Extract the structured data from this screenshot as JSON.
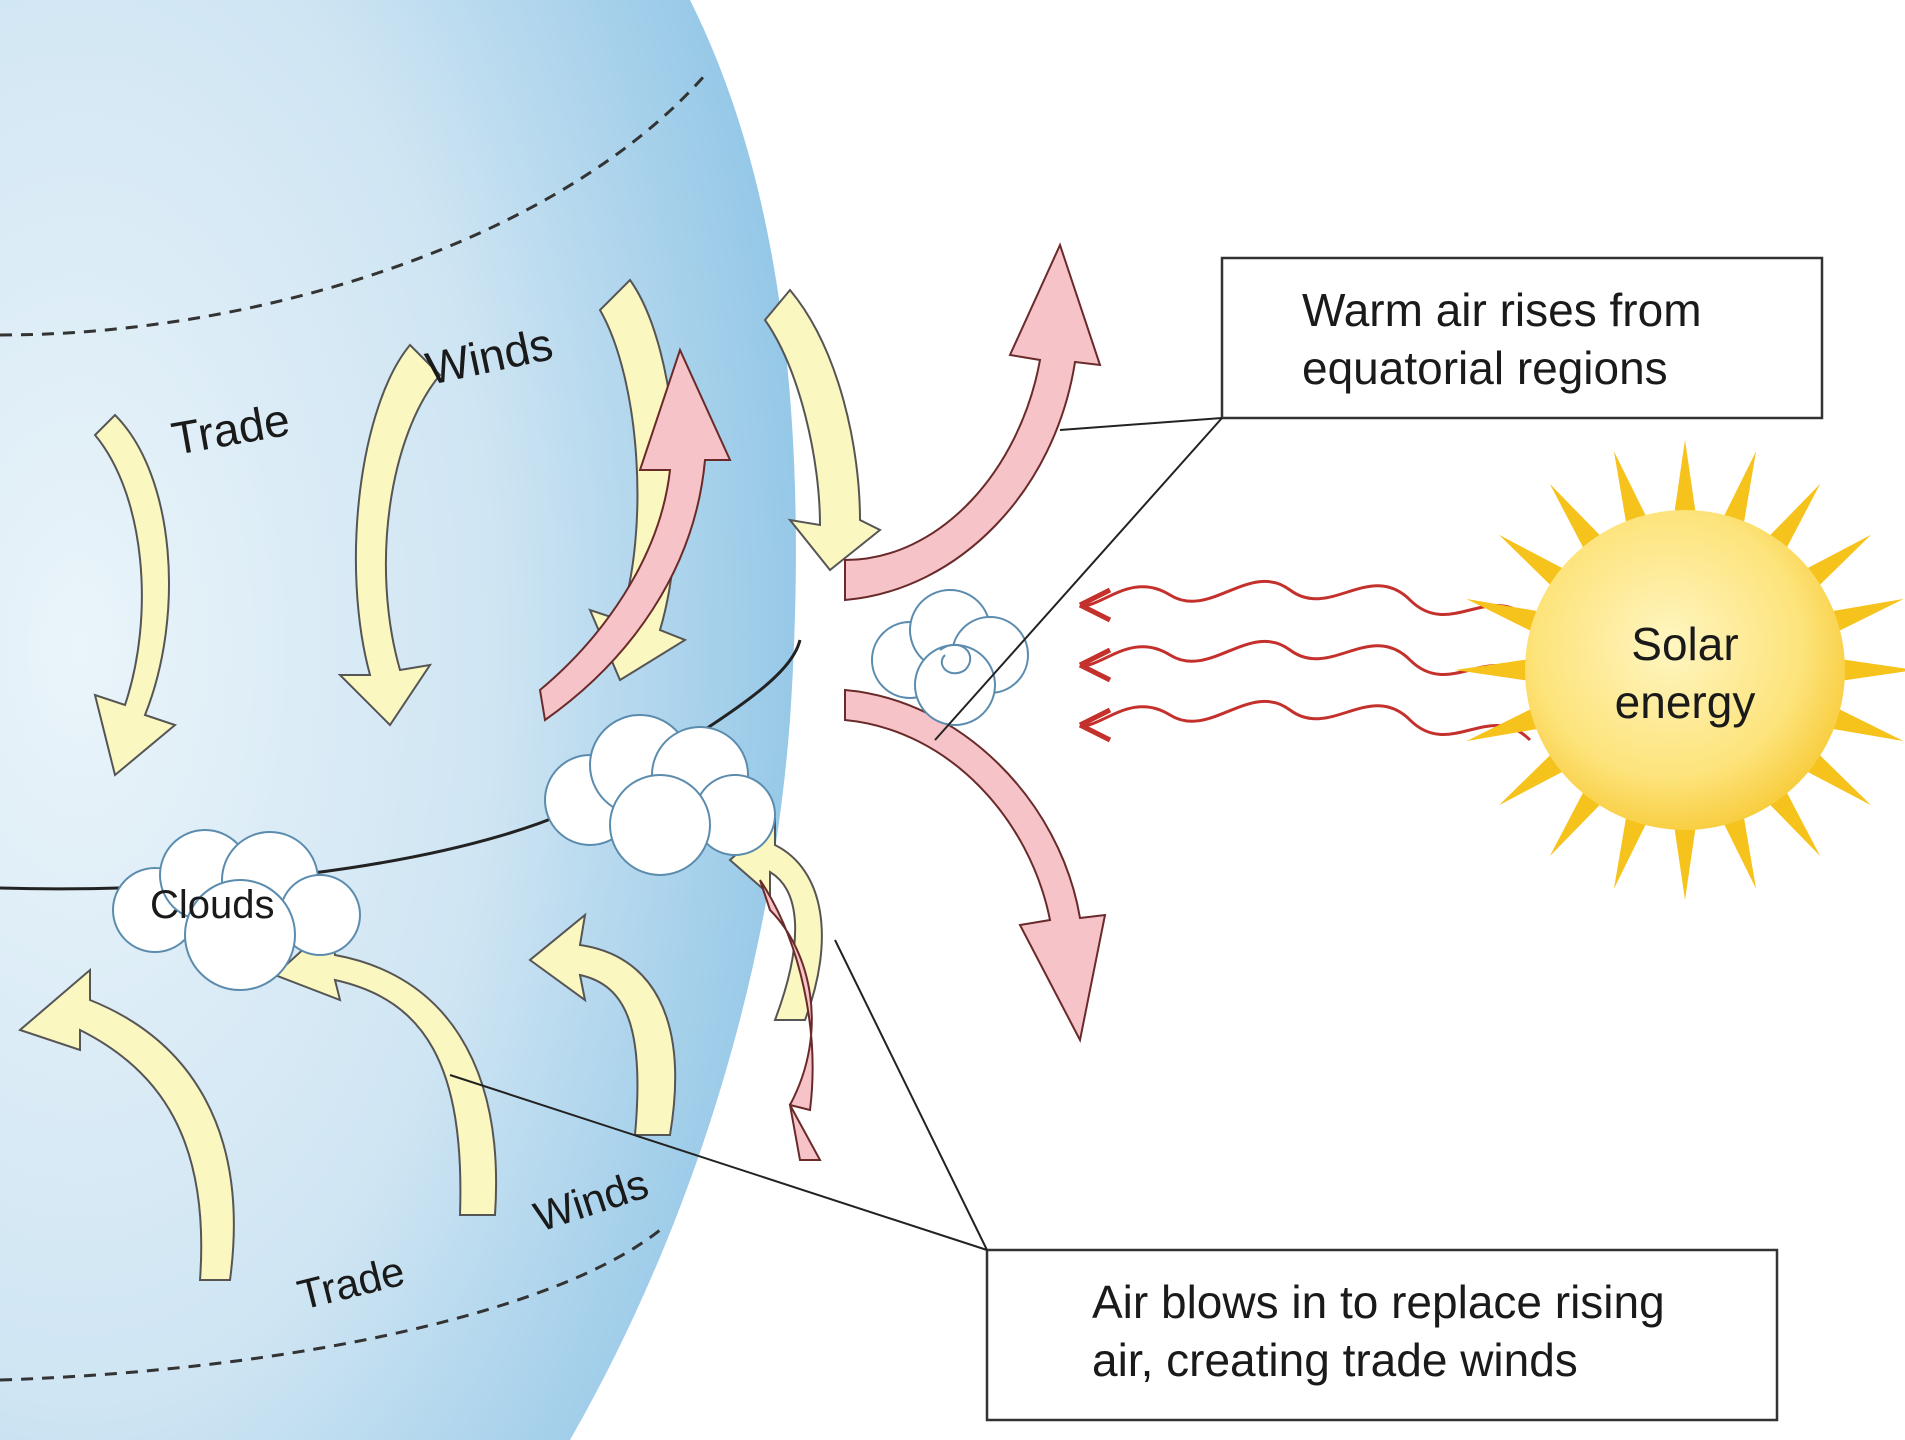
{
  "labels": {
    "trade_upper": "Trade",
    "winds_upper": "Winds",
    "trade_lower": "Trade",
    "winds_lower": "Winds",
    "clouds": "Clouds",
    "sun_line1": "Solar",
    "sun_line2": "energy"
  },
  "callouts": {
    "warm_air": {
      "line1": "Warm air rises from",
      "line2": "equatorial regions"
    },
    "air_blows": {
      "line1": "Air blows in to replace rising",
      "line2": "air, creating trade winds"
    }
  },
  "colors": {
    "ocean_light": "#e8f2f8",
    "ocean_dark": "#8ec4e6",
    "trade_wind_arrow": "#fbf7c0",
    "rising_air_arrow": "#f6c4c8",
    "sun_core": "#fde37a",
    "sun_ray": "#f6c21c",
    "radiation": "#c4302b"
  },
  "icons": [
    "sun-icon",
    "cloud-icon",
    "trade-wind-arrow",
    "rising-air-arrow",
    "radiation-wave"
  ]
}
